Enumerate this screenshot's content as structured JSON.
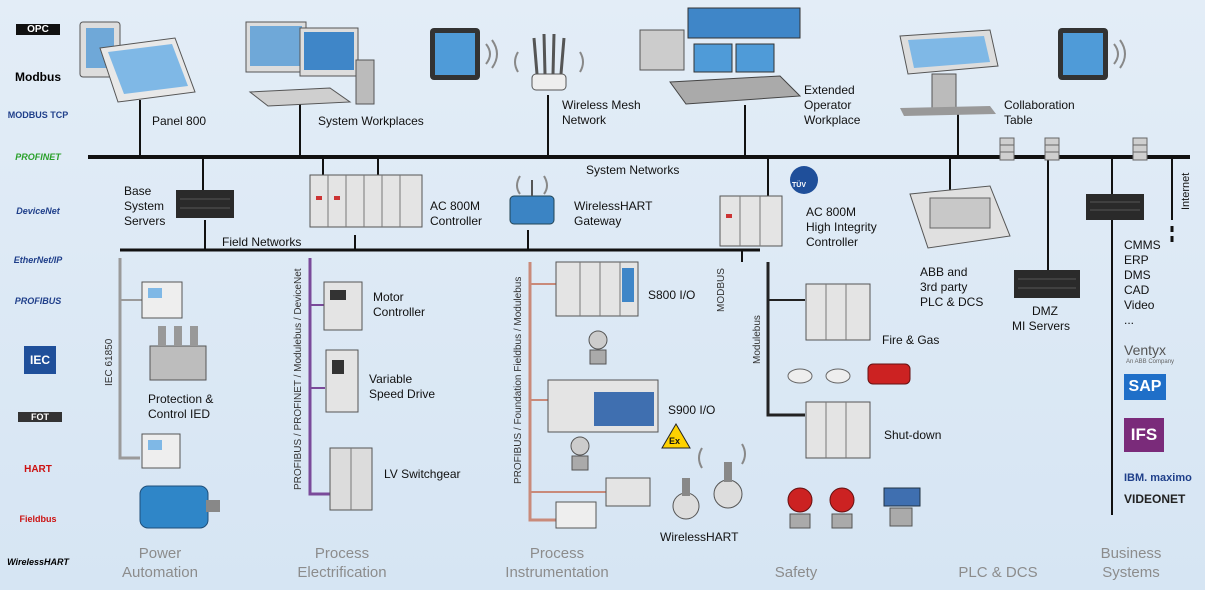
{
  "protocols": [
    "OPC",
    "Modbus",
    "MODBUS TCP",
    "PROFINET",
    "DeviceNet",
    "EtherNet/IP",
    "PROFIBUS",
    "IEC",
    "FOT",
    "HART",
    "Fieldbus",
    "WirelessHART"
  ],
  "top_devices": {
    "panel800": "Panel 800",
    "workplaces": "System Workplaces",
    "mesh": [
      "Wireless Mesh",
      "Network"
    ],
    "extended": [
      "Extended",
      "Operator",
      "Workplace"
    ],
    "collab": [
      "Collaboration",
      "Table"
    ]
  },
  "networks": {
    "system": "System Networks",
    "field": "Field Networks",
    "internet": "Internet"
  },
  "servers": {
    "base": [
      "Base",
      "System",
      "Servers"
    ],
    "ac800m": [
      "AC 800M",
      "Controller"
    ],
    "whart_gw": [
      "WirelessHART",
      "Gateway"
    ],
    "ac800m_hi": [
      "AC 800M",
      "High Integrity",
      "Controller"
    ],
    "plc": [
      "ABB and",
      "3rd party",
      "PLC & DCS"
    ],
    "dmz": [
      "DMZ",
      "MI Servers"
    ],
    "tuv": "TÜV"
  },
  "field_devices": {
    "motor": [
      "Motor",
      "Controller"
    ],
    "vsd": [
      "Variable",
      "Speed Drive"
    ],
    "lv": "LV Switchgear",
    "ied": [
      "Protection &",
      "Control IED"
    ],
    "s800": "S800 I/O",
    "s900": "S900 I/O",
    "ex": "Ex",
    "whart": "WirelessHART",
    "fire": "Fire & Gas",
    "shut": "Shut-down"
  },
  "bus_labels": {
    "iec": "IEC 61850",
    "elec": "PROFIBUS / PROFINET / Modulebus / DeviceNet",
    "instr": "PROFIBUS / Foundation Fieldbus / Modulebus",
    "modbus": "MODBUS",
    "modulebus": "Modulebus"
  },
  "business_list": [
    "CMMS",
    "ERP",
    "DMS",
    "CAD",
    "Video",
    "..."
  ],
  "partners": [
    "Ventyx",
    "An ABB Company",
    "SAP",
    "IFS",
    "IBM. maximo",
    "VIDEONET"
  ],
  "categories": [
    [
      "Power",
      "Automation"
    ],
    [
      "Process",
      "Electrification"
    ],
    [
      "Process",
      "Instrumentation"
    ],
    [
      "Safety"
    ],
    [
      "PLC & DCS"
    ],
    [
      "Business",
      "Systems"
    ]
  ],
  "colors": {
    "network": "#111111",
    "iec_bus": "#9a9a9a",
    "electrification_bus": "#7a4a9a",
    "instrumentation_bus": "#c98a7a",
    "modbus_bus": "#2a2a2a"
  }
}
